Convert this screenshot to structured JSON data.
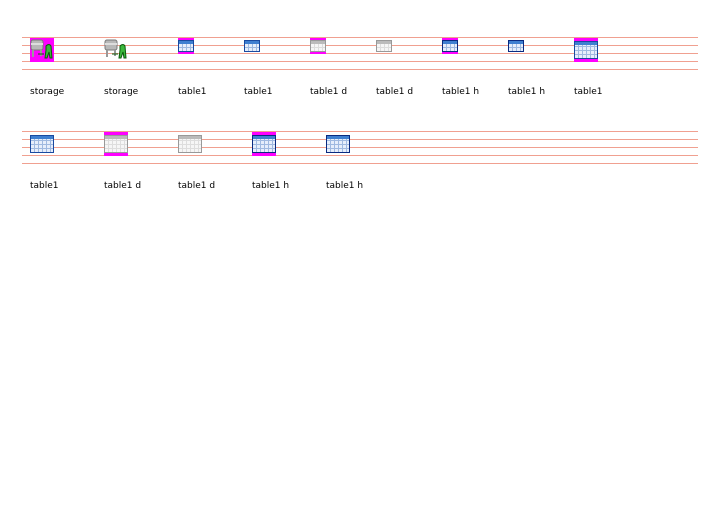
{
  "rows": [
    {
      "items": [
        {
          "label": "storage",
          "icon": "storage-icon",
          "highlight": true
        },
        {
          "label": "storage",
          "icon": "storage-icon",
          "highlight": false
        },
        {
          "label": "table1",
          "icon": "table-icon",
          "highlight": true
        },
        {
          "label": "table1",
          "icon": "table-icon",
          "highlight": false
        },
        {
          "label": "table1 d",
          "icon": "table-disabled-icon",
          "highlight": true
        },
        {
          "label": "table1 d",
          "icon": "table-disabled-icon",
          "highlight": false
        },
        {
          "label": "table1 h",
          "icon": "table-hot-icon",
          "highlight": true
        },
        {
          "label": "table1 h",
          "icon": "table-hot-icon",
          "highlight": false
        },
        {
          "label": "table1",
          "icon": "table-large-icon",
          "highlight": true
        }
      ]
    },
    {
      "items": [
        {
          "label": "table1",
          "icon": "table-large-icon",
          "highlight": false
        },
        {
          "label": "table1 d",
          "icon": "table-large-disabled-icon",
          "highlight": true
        },
        {
          "label": "table1 d",
          "icon": "table-large-disabled-icon",
          "highlight": false
        },
        {
          "label": "table1 h",
          "icon": "table-large-hot-icon",
          "highlight": true
        },
        {
          "label": "table1 h",
          "icon": "table-large-hot-icon",
          "highlight": false
        }
      ]
    }
  ],
  "colors": {
    "highlight": "#ff00ff",
    "guide_line": "#f0a090",
    "table_blue": "#1a4aa0"
  }
}
